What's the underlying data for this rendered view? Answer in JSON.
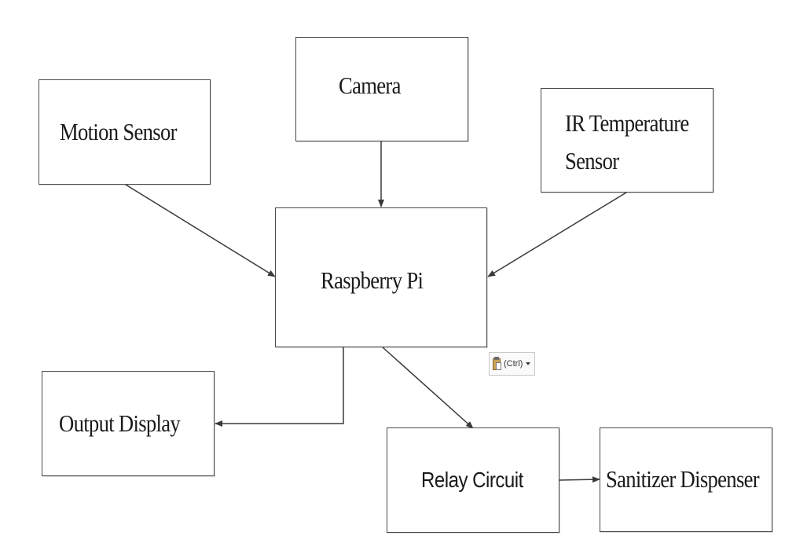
{
  "diagram": {
    "nodes": {
      "camera": "Camera",
      "motion_sensor": "Motion Sensor",
      "ir_temperature_sensor": "IR Temperature Sensor",
      "raspberry_pi": "Raspberry Pi",
      "output_display": "Output Display",
      "relay_circuit": "Relay Circuit",
      "sanitizer_dispenser": "Sanitizer Dispenser"
    },
    "edges": [
      {
        "from": "Camera",
        "to": "Raspberry Pi"
      },
      {
        "from": "Motion Sensor",
        "to": "Raspberry Pi"
      },
      {
        "from": "IR Temperature Sensor",
        "to": "Raspberry Pi"
      },
      {
        "from": "Raspberry Pi",
        "to": "Output Display"
      },
      {
        "from": "Raspberry Pi",
        "to": "Relay Circuit"
      },
      {
        "from": "Relay Circuit",
        "to": "Sanitizer Dispenser"
      }
    ]
  },
  "paste_options": {
    "label": "(Ctrl)",
    "icon": "clipboard-icon"
  },
  "colors": {
    "border": "#4a4a4a",
    "line": "#3a3a3a",
    "text": "#1a1a1a"
  }
}
